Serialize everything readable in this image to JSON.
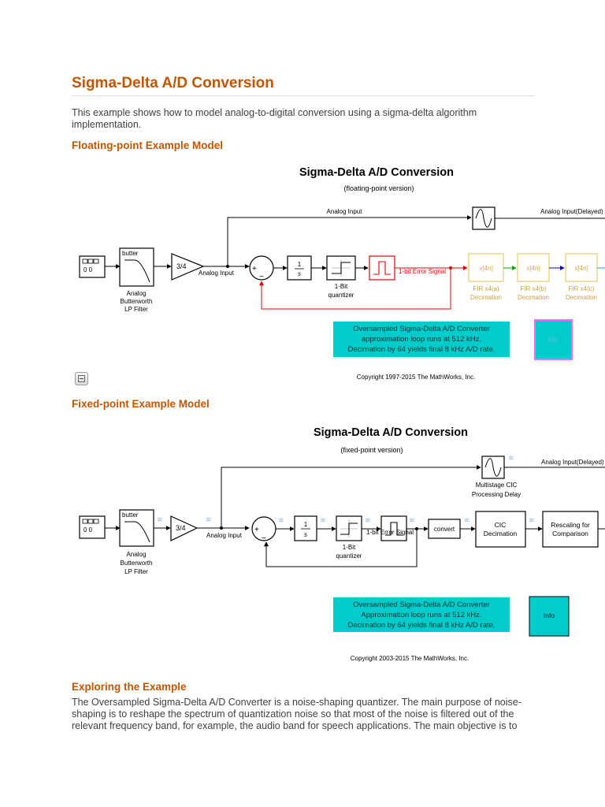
{
  "page": {
    "title": "Sigma-Delta A/D Conversion",
    "intro": "This example shows how to model analog-to-digital conversion using a sigma-delta algorithm implementation."
  },
  "floating": {
    "heading": "Floating-point Example Model",
    "diagram_title": "Sigma-Delta A/D Conversion",
    "diagram_subtitle": "(floating-point version)",
    "analog_input_top": "Analog Input",
    "analog_input_delayed": "Analog Input(Delayed)",
    "butter": "butter",
    "filter_label": [
      "Analog",
      "Butterworth",
      "LP Filter"
    ],
    "gain": "3/4",
    "analog_input": "Analog Input",
    "integrator_num": "1",
    "integrator_den": "s",
    "quantizer_label": [
      "1-Bit",
      "quantizer"
    ],
    "error_signal": "1-bit Error Signal",
    "fir_block": "x[4n]",
    "fir_labels": [
      [
        "FIR x4(a)",
        "Decimation"
      ],
      [
        "FIR x4(b)",
        "Decimation"
      ],
      [
        "FIR x4(c)",
        "Decimation"
      ]
    ],
    "info_text": [
      "Oversampled Sigma-Delta A/D Converter",
      "approximation loop runs at 512 kHz.",
      "Decimation by 64 yields final 8 kHz A/D rate."
    ],
    "info_button": "Info",
    "copyright": "Copyright 1997-2015 The MathWorks, Inc."
  },
  "fixed": {
    "heading": "Fixed-point Example Model",
    "diagram_title": "Sigma-Delta A/D Conversion",
    "diagram_subtitle": "(fixed-point version)",
    "analog_input_delayed": "Analog Input(Delayed)",
    "delay_label": [
      "Multistage CIC",
      "Processing Delay"
    ],
    "butter": "butter",
    "filter_label": [
      "Analog",
      "Butterworth",
      "LP Filter"
    ],
    "gain": "3/4",
    "analog_input": "Analog Input",
    "integrator_num": "1",
    "integrator_den": "s",
    "quantizer_label": [
      "1-Bit",
      "quantizer"
    ],
    "error_signal": "1-bit Error Signal",
    "convert": "convert",
    "cic": [
      "CIC",
      "Decimation"
    ],
    "rescale": [
      "Rescaling for",
      "Comparison"
    ],
    "info_text": [
      "Oversampled Sigma-Delta A/D Converter",
      "Approximation loop runs at 512 kHz.",
      "Decimation by 64 yields final 8 kHz A/D rate."
    ],
    "info_button": "Info",
    "copyright": "Copyright 2003-2015 The MathWorks, Inc."
  },
  "exploring": {
    "heading": "Exploring the Example",
    "body": "The Oversampled Sigma-Delta A/D Converter is a noise-shaping quantizer. The main purpose of noise-shaping is to reshape the spectrum of quantization noise so that most of the noise is filtered out of the relevant frequency band, for example, the audio band for speech applications. The main objective is to"
  },
  "colors": {
    "heading": "#c45500",
    "error_red": "#e00000",
    "fir_gold": "#e8c870",
    "info_cyan": "#00cccc",
    "info_magenta": "#ff66ff"
  }
}
